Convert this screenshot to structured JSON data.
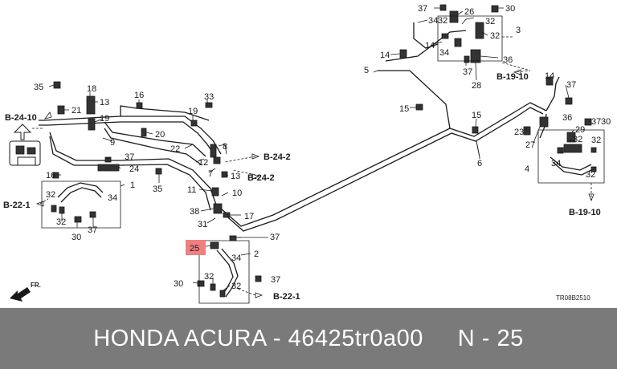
{
  "callouts": {
    "n1": "1",
    "n2": "2",
    "n3": "3",
    "n4": "4",
    "n5": "5",
    "n6": "6",
    "n7": "7",
    "n8": "8",
    "n9": "9",
    "n10": "10",
    "n11": "11",
    "n12": "12",
    "n13a": "13",
    "n13b": "13",
    "n14a": "14",
    "n14b": "14",
    "n14c": "14",
    "n15a": "15",
    "n15b": "15",
    "n16a": "16",
    "n16b": "16",
    "n17": "17",
    "n18": "18",
    "n19": "19",
    "n20": "20",
    "n21": "21",
    "n22": "22",
    "n23": "23",
    "n24": "24",
    "n26": "26",
    "n27": "27",
    "n28": "28",
    "n29": "29",
    "n30a": "30",
    "n30b": "30",
    "n30c": "30",
    "n30d": "30",
    "n31": "31",
    "n32a": "32",
    "n32b": "32",
    "n32c": "32",
    "n32d": "32",
    "n32e": "32",
    "n32f": "32",
    "n32g": "32",
    "n32h": "32",
    "n32i": "32",
    "n32j": "32",
    "n33": "33",
    "n34a": "34",
    "n34b": "34",
    "n34c": "34",
    "n34d": "34",
    "n35a": "35",
    "n35b": "35",
    "n36a": "36",
    "n36b": "36",
    "n37a": "37",
    "n37b": "37",
    "n37c": "37",
    "n37d": "37",
    "n37e": "37",
    "n37f": "37",
    "n37g": "37",
    "n37h": "37",
    "n38": "38"
  },
  "highlight": {
    "label": "25",
    "color": "#f08080"
  },
  "refs": {
    "r1": "B-24-10",
    "r2": "B-22-1",
    "r3": "B-24-2",
    "r4": "B-24-2",
    "r5": "B-22-1",
    "r6": "B-19-10",
    "r7": "B-19-10"
  },
  "direction": {
    "label": "FR."
  },
  "diagram_code": "TR08B2510",
  "footer": {
    "text": "HONDA ACURA - 46425tr0a00     N - 25",
    "background": "#7a7a7a",
    "color": "#ffffff"
  },
  "icons": {
    "front-arrow": "front-arrow-icon",
    "up-arrow": "up-arrow-icon"
  }
}
